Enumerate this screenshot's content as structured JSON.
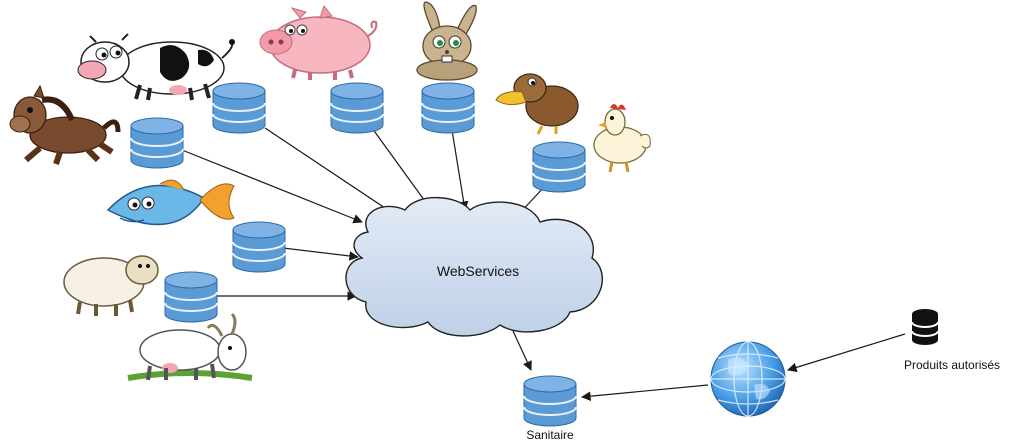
{
  "cloud": {
    "label": "WebServices"
  },
  "nodes": {
    "sanitaire": {
      "label": "Sanitaire"
    },
    "produits": {
      "label": "Produits autorisés"
    }
  },
  "animals": [
    {
      "name": "cow",
      "icon": "cow-icon"
    },
    {
      "name": "pig",
      "icon": "pig-icon"
    },
    {
      "name": "rabbit",
      "icon": "rabbit-icon"
    },
    {
      "name": "duck",
      "icon": "duck-icon"
    },
    {
      "name": "chicken",
      "icon": "chicken-icon"
    },
    {
      "name": "horse",
      "icon": "horse-icon"
    },
    {
      "name": "fish",
      "icon": "fish-icon"
    },
    {
      "name": "sheep",
      "icon": "sheep-icon"
    },
    {
      "name": "goat",
      "icon": "goat-icon"
    }
  ],
  "colors": {
    "cloud_fill": "#cfdcee",
    "db_fill": "#5b9bd5",
    "db_dark": "#3a78b7",
    "arrow": "#1a1a1a"
  }
}
